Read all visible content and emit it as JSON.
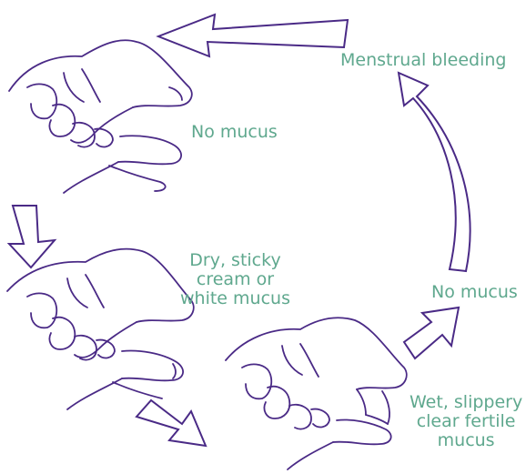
{
  "labels": {
    "menstrual_bleeding": "Menstrual bleeding",
    "no_mucus_top": "No mucus",
    "dry_sticky": [
      "Dry, sticky",
      "cream or",
      "white mucus"
    ],
    "no_mucus_right": "No mucus",
    "wet_slippery": [
      "Wet, slippery",
      "clear fertile",
      "mucus"
    ]
  },
  "colors": {
    "label_text": "#5fa88e",
    "line": "#4a2a86"
  },
  "icons": [
    "cycle-arrow",
    "hand-pinch"
  ]
}
